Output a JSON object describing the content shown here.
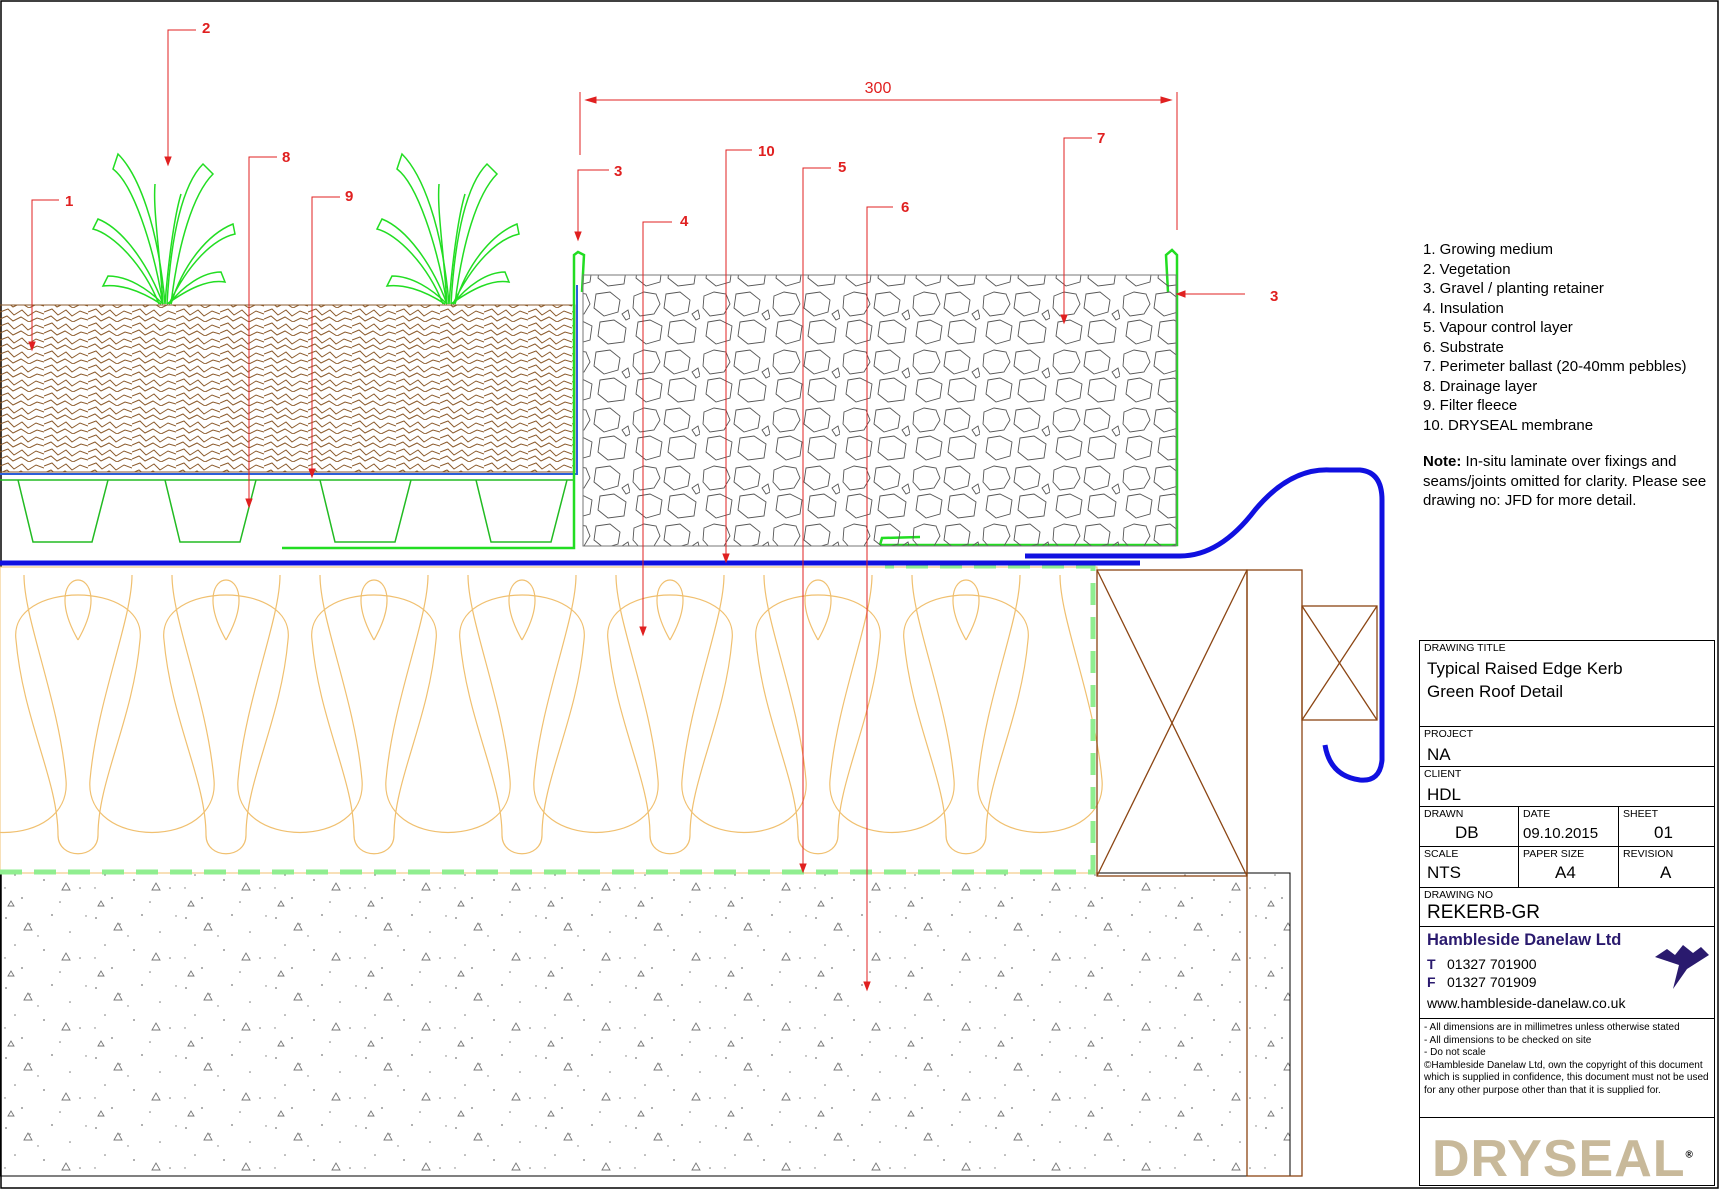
{
  "dimension": {
    "value": "300"
  },
  "callouts": [
    "1",
    "2",
    "3",
    "3",
    "4",
    "5",
    "6",
    "7",
    "8",
    "9",
    "10"
  ],
  "legend": {
    "items": [
      "1. Growing medium",
      "2. Vegetation",
      "3. Gravel / planting retainer",
      "4. Insulation",
      "5. Vapour control layer",
      "6. Substrate",
      "7. Perimeter ballast (20-40mm pebbles)",
      "8. Drainage layer",
      "9. Filter fleece",
      "10. DRYSEAL membrane"
    ],
    "note_label": "Note:",
    "note_text": " In-situ laminate over fixings and seams/joints omitted for clarity. Please see drawing no: JFD for more detail."
  },
  "title_block": {
    "drawing_title_label": "DRAWING TITLE",
    "drawing_title_line1": "Typical Raised Edge Kerb",
    "drawing_title_line2": "Green Roof Detail",
    "project_label": "PROJECT",
    "project_value": "NA",
    "client_label": "CLIENT",
    "client_value": "HDL",
    "drawn_label": "DRAWN",
    "drawn_value": "DB",
    "date_label": "DATE",
    "date_value": "09.10.2015",
    "sheet_label": "SHEET",
    "sheet_value": "01",
    "scale_label": "SCALE",
    "scale_value": "NTS",
    "paper_size_label": "PAPER SIZE",
    "paper_size_value": "A4",
    "revision_label": "REVISION",
    "revision_value": "A",
    "drawing_no_label": "DRAWING NO",
    "drawing_no_value": "REKERB-GR",
    "company": "Hambleside Danelaw Ltd",
    "tel_key": "T",
    "tel": "01327 701900",
    "fax_key": "F",
    "fax": "01327 701909",
    "website": "www.hambleside-danelaw.co.uk",
    "disclaimer_1": "- All dimensions are in millimetres unless otherwise stated",
    "disclaimer_2": "- All dimensions to be checked on site",
    "disclaimer_3": "- Do not scale",
    "copyright": "Hambleside Danelaw Ltd, own the copyright of this document which is supplied in confidence, this document must not be used for any other purpose other than that it is supplied for.",
    "copyright_symbol": "©",
    "brand": "DRYSEAL",
    "brand_mark": "®"
  },
  "colors": {
    "leader": "#e02020",
    "membrane": "#1010e0",
    "vegetation": "#22dd22",
    "growing_medium": "#8b5a2b",
    "insulation": "#f0c070",
    "fleece": "#90ee90",
    "timber": "#8b4513",
    "company": "#2a1a6e",
    "brand": "#c8b99a"
  }
}
